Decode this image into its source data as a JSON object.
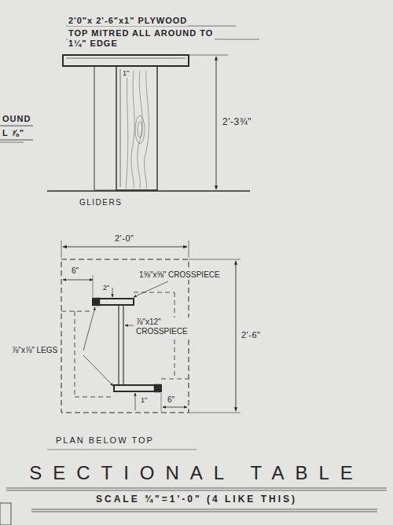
{
  "diagram": {
    "title": "SECTIONAL TABLE",
    "caption": "SCALE ¾\"=1'-0\" (4 LIKE THIS)",
    "labels": [
      "2'0\"x 2'-6\"x1\" PLYWOOD",
      "TOP MITRED ALL AROUND TO 1¼\" EDGE",
      "1\"",
      "2'-3¾\"",
      "OUND",
      "L ⅞\"",
      "GLIDERS",
      "2'-0\"",
      "6\"",
      "2\"",
      "1⅝\"x⅝\" CROSSPIECE",
      "⅞\"x12\" CROSSPIECE",
      "⅞\"x⅞\" LEGS",
      "2'-6\"",
      "6\"",
      "1\"",
      "PLAN BELOW TOP"
    ]
  }
}
